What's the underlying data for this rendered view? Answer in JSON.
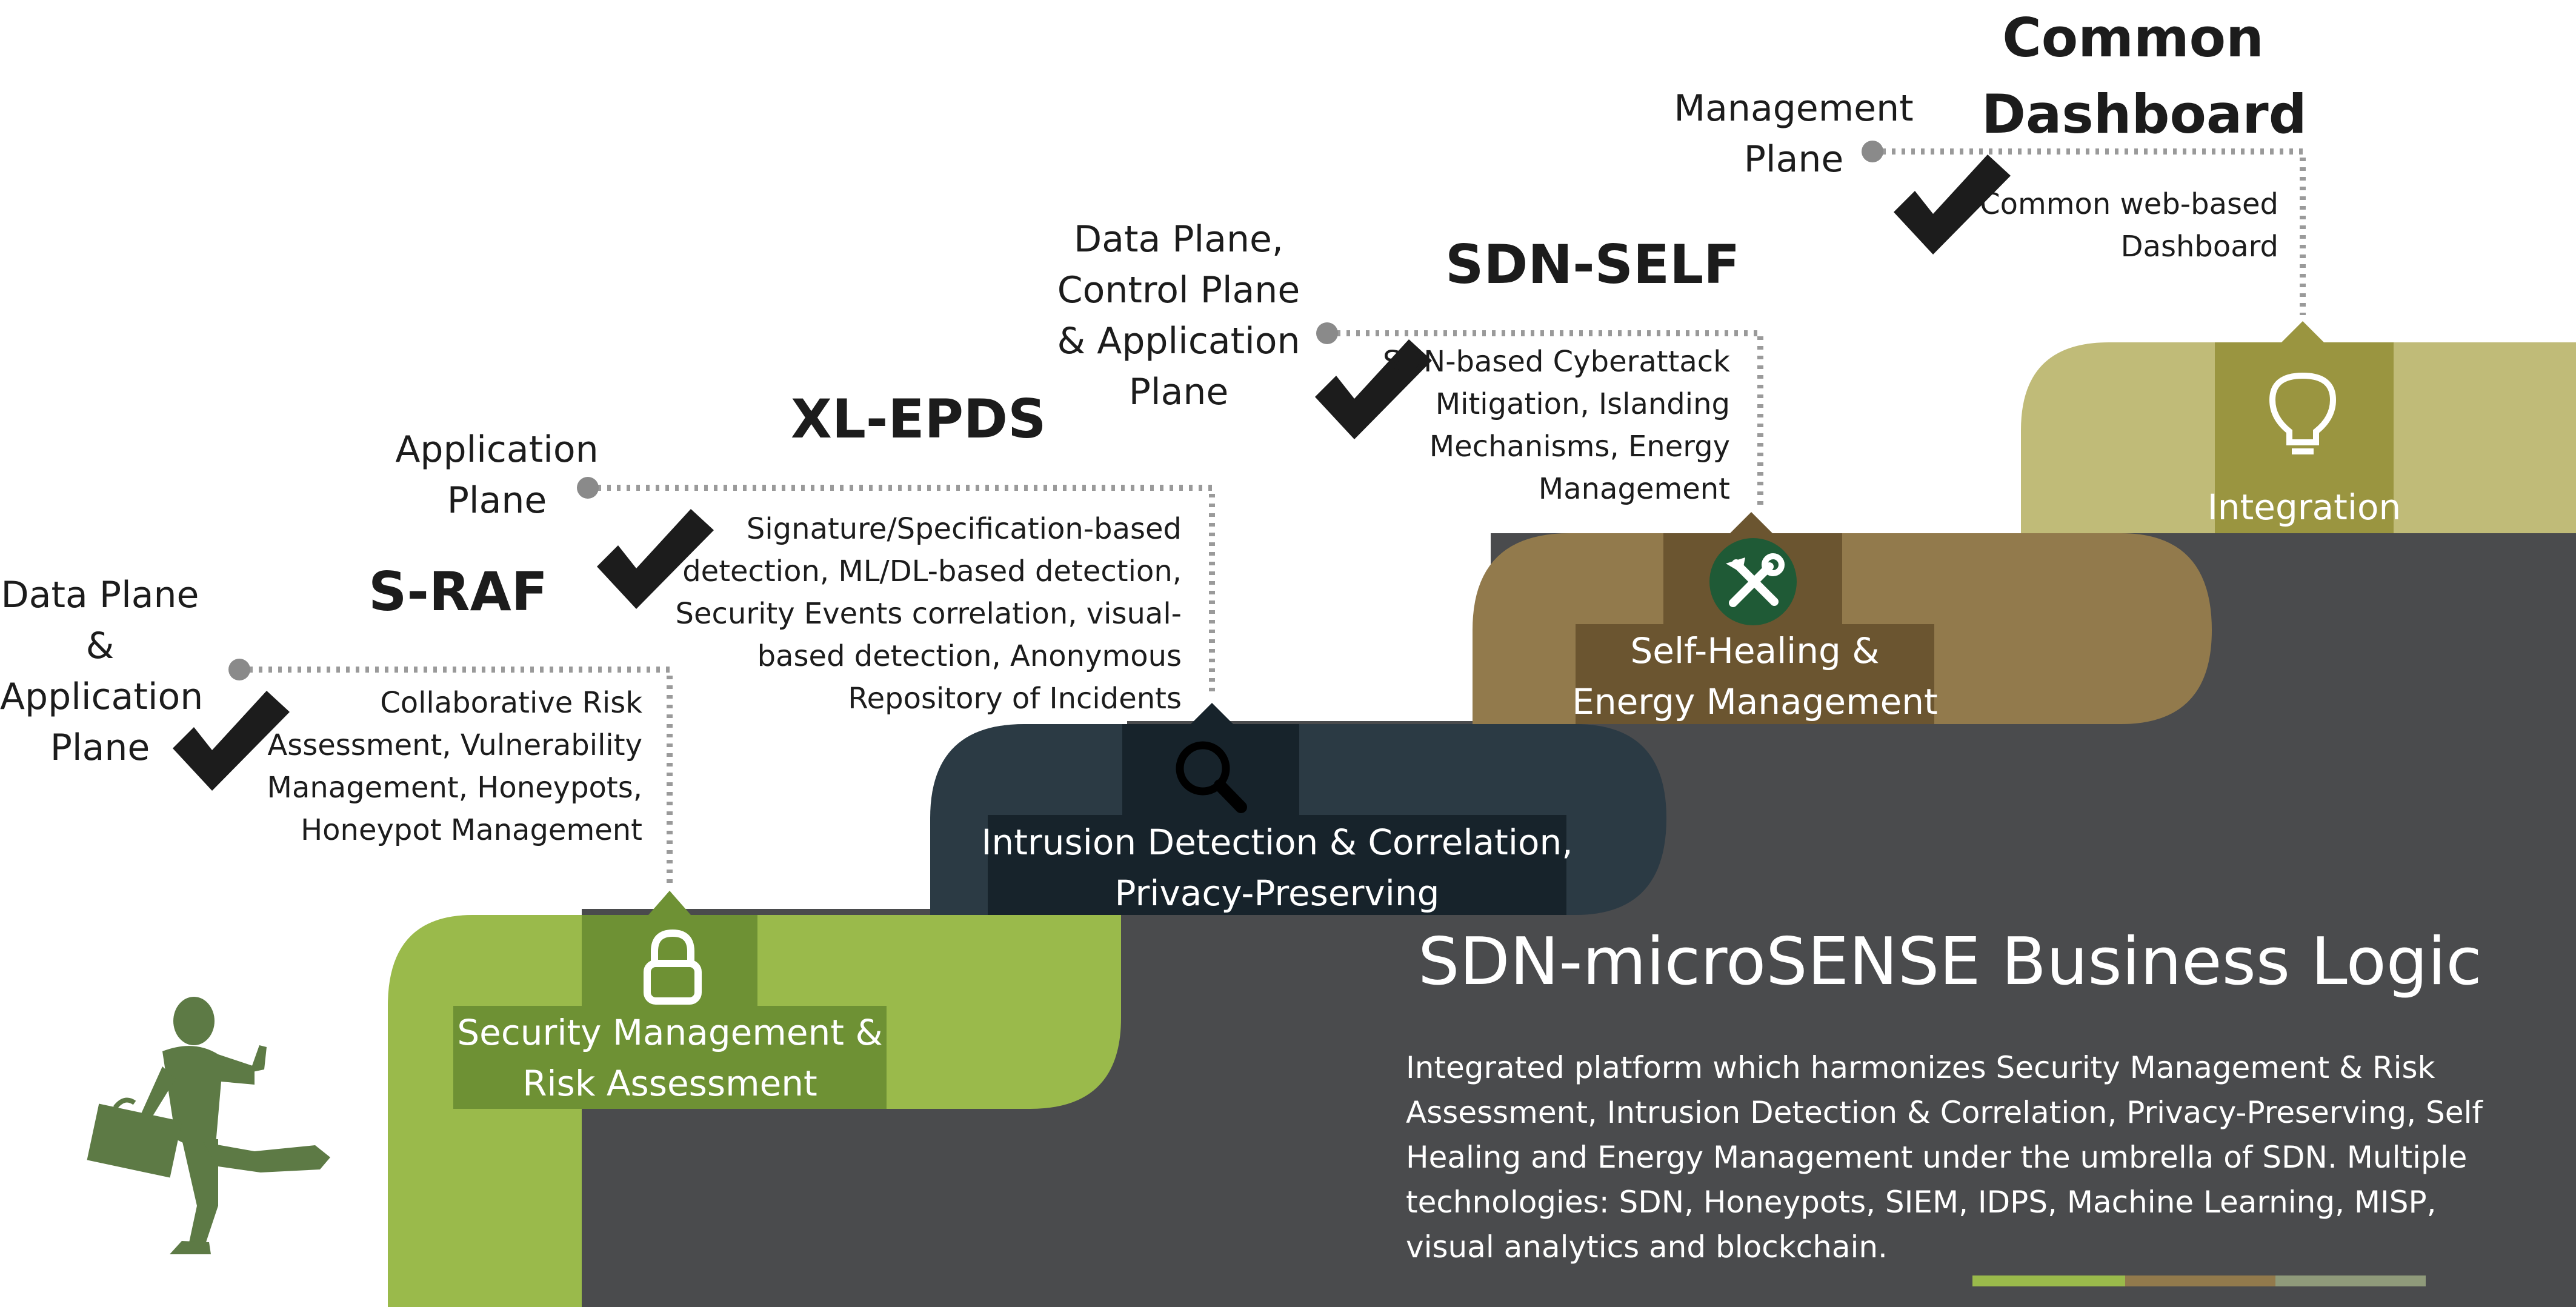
{
  "business_logic": {
    "title": "SDN-microSENSE Business Logic",
    "description": "Integrated platform which harmonizes Security Management & Risk Assessment, Intrusion Detection & Correlation, Privacy-Preserving, Self Healing and Energy Management under the umbrella of SDN. Multiple technologies: SDN, Honeypots, SIEM, IDPS, Machine Learning, MISP, visual analytics and blockchain."
  },
  "steps": [
    {
      "module": "S-RAF",
      "plane": "Data Plane &\nApplication\nPlane",
      "features": "Collaborative Risk\nAssessment, Vulnerability\nManagement, Honeypots,\nHoneypot Management",
      "label": "Security Management &\nRisk Assessment",
      "icon": "lock-icon",
      "color": "#9aba4b"
    },
    {
      "module": "XL-EPDS",
      "plane": "Application\nPlane",
      "features": "Signature/Specification-based\ndetection, ML/DL-based detection,\nSecurity Events correlation, visual-\nbased detection, Anonymous\nRepository of Incidents",
      "label": "Intrusion Detection & Correlation,\nPrivacy-Preserving",
      "icon": "magnifier-icon",
      "color": "#2b3a44"
    },
    {
      "module": "SDN-SELF",
      "plane": "Data Plane,\nControl Plane\n& Application\nPlane",
      "features": "SDN-based Cyberattack\nMitigation, Islanding\nMechanisms, Energy\nManagement",
      "label": "Self-Healing &\nEnergy Management",
      "icon": "tools-icon",
      "color": "#927a4c"
    },
    {
      "module": "Common\nDashboard",
      "plane": "Management\nPlane",
      "features": "Common web-based\nDashboard",
      "label": "Integration",
      "icon": "lightbulb-icon",
      "color": "#c0bb78"
    }
  ],
  "colors": {
    "dark_gray": "#4a4b4d",
    "green": "#9aba4b",
    "green_dark": "#6e9134",
    "navy": "#2b3a44",
    "navy_dark": "#17232b",
    "brown": "#927a4c",
    "brown_dark": "#6b5530",
    "olive": "#c0bb78",
    "olive_dark": "#9a9540",
    "person": "#5d7a45"
  },
  "legend_bar": [
    "#9aba4b",
    "#927a4c",
    "#8f9a7a"
  ]
}
